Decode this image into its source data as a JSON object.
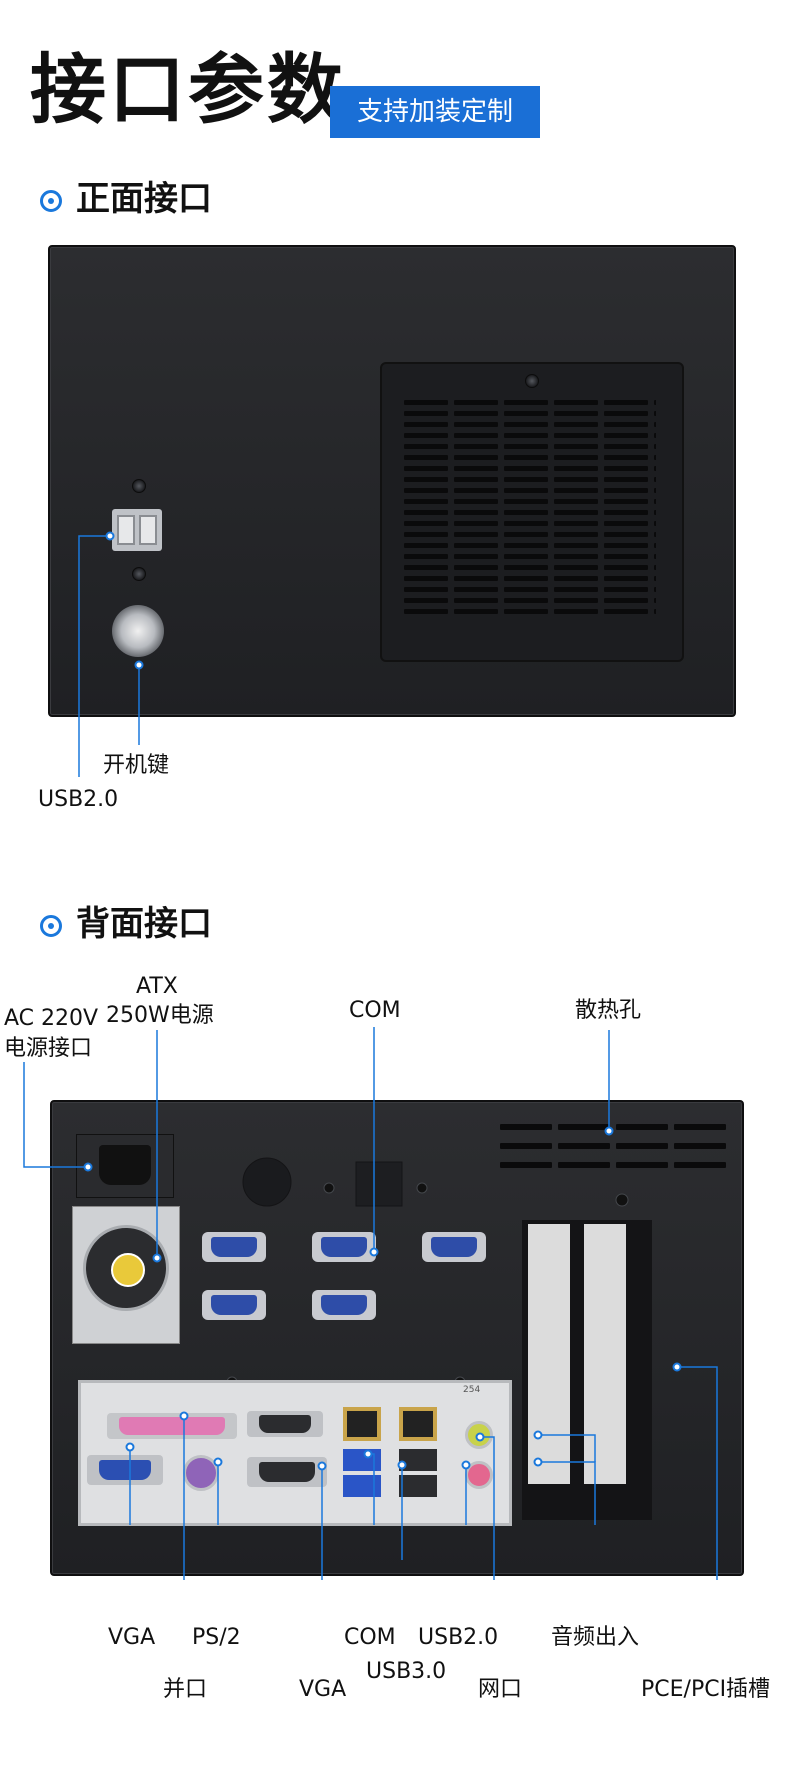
{
  "header": {
    "title": "接口参数",
    "badge": "支持加装定制"
  },
  "front": {
    "section_title": "正面接口",
    "labels": {
      "power_key": "开机键",
      "usb": "USB2.0"
    }
  },
  "rear": {
    "section_title": "背面接口",
    "labels": {
      "ac_line1": "AC 220V",
      "ac_line2": "电源接口",
      "atx_line1": "ATX",
      "atx_line2": "250W电源",
      "com_top": "COM",
      "vent": "散热孔",
      "vga_left": "VGA",
      "ps2": "PS/2",
      "parallel": "并口",
      "vga_right": "VGA",
      "com_bottom": "COM",
      "usb3": "USB3.0",
      "usb2": "USB2.0",
      "lan": "网口",
      "audio": "音频出入",
      "pcie": "PCE/PCI插槽"
    },
    "io_marks": {
      "lan_tag": "254"
    }
  },
  "colors": {
    "accent": "#1a6fd6",
    "pointer": "#1a78dc",
    "case": "#232427"
  }
}
